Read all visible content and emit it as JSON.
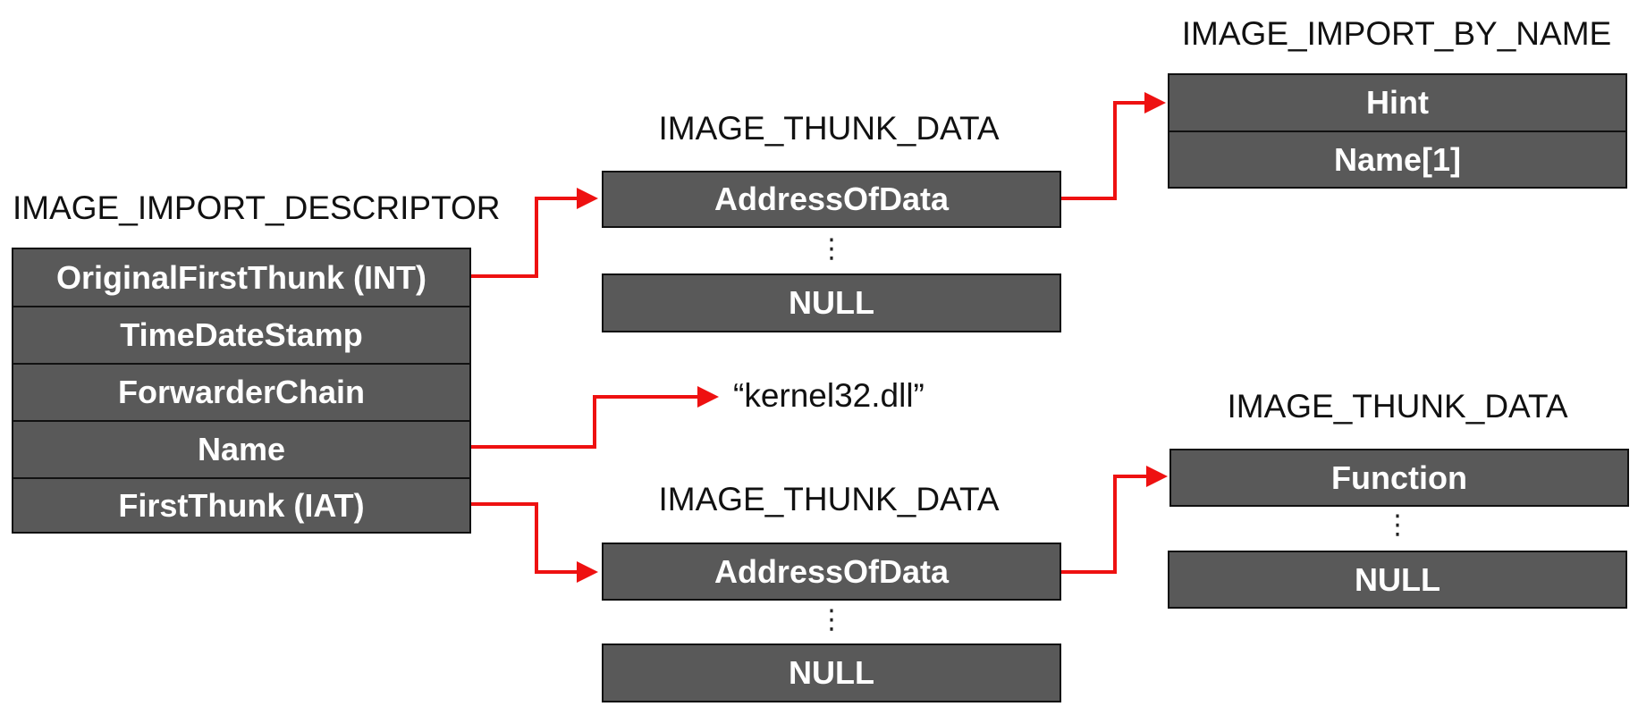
{
  "descriptor": {
    "title": "IMAGE_IMPORT_DESCRIPTOR",
    "fields": [
      "OriginalFirstThunk (INT)",
      "TimeDateStamp",
      "ForwarderChain",
      "Name",
      "FirstThunk (IAT)"
    ]
  },
  "int_thunk": {
    "title": "IMAGE_THUNK_DATA",
    "entry": "AddressOfData",
    "ellipsis": "⋮",
    "terminator": "NULL"
  },
  "import_by_name": {
    "title": "IMAGE_IMPORT_BY_NAME",
    "fields": [
      "Hint",
      "Name[1]"
    ]
  },
  "dll_name": {
    "text": "“kernel32.dll”"
  },
  "iat_thunk": {
    "title": "IMAGE_THUNK_DATA",
    "entry": "AddressOfData",
    "ellipsis": "⋮",
    "terminator": "NULL"
  },
  "resolved_thunk": {
    "title": "IMAGE_THUNK_DATA",
    "entry": "Function",
    "ellipsis": "⋮",
    "terminator": "NULL"
  },
  "colors": {
    "box_fill": "#595959",
    "box_border": "#111111",
    "arrow": "#ee1111"
  }
}
